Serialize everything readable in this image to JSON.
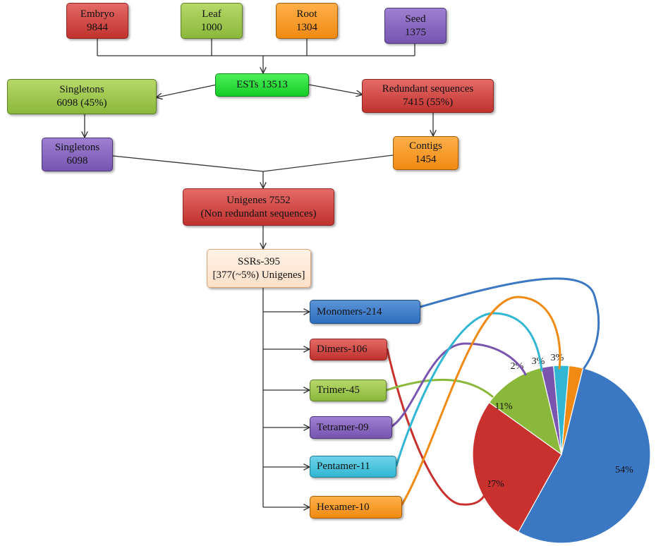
{
  "sources": {
    "embryo": {
      "label": "Embryo",
      "value": "9844"
    },
    "leaf": {
      "label": "Leaf",
      "value": "1000"
    },
    "root": {
      "label": "Root",
      "value": "1304"
    },
    "seed": {
      "label": "Seed",
      "value": "1375"
    }
  },
  "ests": {
    "label": "ESTs 13513"
  },
  "singletons_total": {
    "label": "Singletons",
    "value": "6098 (45%)"
  },
  "redundant": {
    "label": "Redundant sequences",
    "value": "7415 (55%)"
  },
  "singletons": {
    "label": "Singletons",
    "value": "6098"
  },
  "contigs": {
    "label": "Contigs",
    "value": "1454"
  },
  "unigenes": {
    "label": "Unigenes 7552",
    "value": "(Non redundant sequences)"
  },
  "ssrs": {
    "label": "SSRs-395",
    "value": "[377(~5%) Unigenes]"
  },
  "repeat_types": [
    {
      "label": "Monomers-214",
      "color": "#3a78c4",
      "pct": "54%",
      "count": 214
    },
    {
      "label": "Dimers-106",
      "color": "#c8312e",
      "pct": "27%",
      "count": 106
    },
    {
      "label": "Trimer-45",
      "color": "#8ab83a",
      "pct": "11%",
      "count": 45
    },
    {
      "label": "Tetramer-09",
      "color": "#7a55b0",
      "pct": "2%",
      "count": 9
    },
    {
      "label": "Pentamer-11",
      "color": "#31b6d4",
      "pct": "3%",
      "count": 11
    },
    {
      "label": "Hexamer-10",
      "color": "#f08a12",
      "pct": "3%",
      "count": 10
    }
  ],
  "colors": {
    "arrow": "#333333"
  }
}
